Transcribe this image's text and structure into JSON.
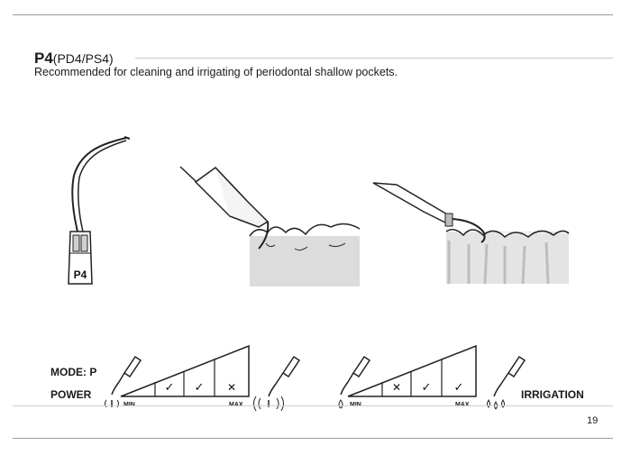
{
  "header": {
    "model": "P4",
    "variants": "(PD4/PS4)",
    "description": "Recommended for cleaning and irrigating of periodontal shallow pockets."
  },
  "tip": {
    "label": "P4"
  },
  "power": {
    "mode_label": "MODE: P",
    "label": "POWER",
    "min_label": "MIN",
    "max_label": "MAX",
    "marks": [
      "✓",
      "✓",
      "✕"
    ]
  },
  "irrigation": {
    "label": "IRRIGATION",
    "min_label": "MIN",
    "max_label": "MAX",
    "marks": [
      "✕",
      "✓",
      "✓"
    ]
  },
  "footer": {
    "page_number": "19"
  }
}
